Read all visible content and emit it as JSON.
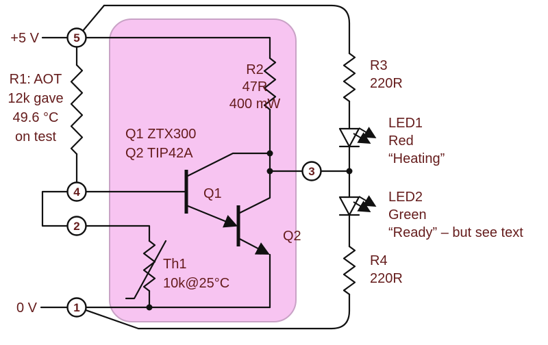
{
  "schematic": {
    "colors": {
      "label": "#641b1b",
      "wire": "#111111",
      "region_fill": "#f7c4f1",
      "region_stroke": "#c9a2c6"
    },
    "power": {
      "vcc": "+5 V",
      "gnd": "0 V"
    },
    "r1": {
      "lines": [
        "R1: AOT",
        "12k gave",
        "49.6 °C",
        "on test"
      ]
    },
    "r2": {
      "name": "R2",
      "value": "47R",
      "power": "400 mW"
    },
    "r3": {
      "name": "R3",
      "value": "220R"
    },
    "r4": {
      "name": "R4",
      "value": "220R"
    },
    "transistors": {
      "types_line1": "Q1 ZTX300",
      "types_line2": "Q2 TIP42A",
      "q1": "Q1",
      "q2": "Q2"
    },
    "th1": {
      "name": "Th1",
      "value": "10k@25°C"
    },
    "led1": {
      "name": "LED1",
      "color": "Red",
      "function": "“Heating”"
    },
    "led2": {
      "name": "LED2",
      "color": "Green",
      "function": "“Ready” – but see text"
    },
    "nodes": {
      "n1": "1",
      "n2": "2",
      "n3": "3",
      "n4": "4",
      "n5": "5"
    }
  }
}
